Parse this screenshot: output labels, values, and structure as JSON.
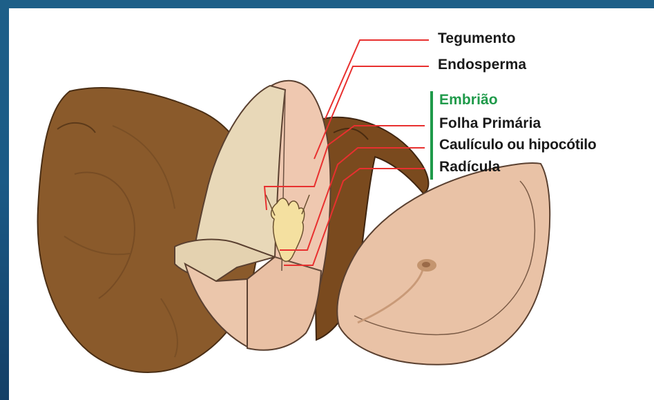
{
  "labels": {
    "tegumento": "Tegumento",
    "endosperma": "Endosperma",
    "embriao": "Embrião",
    "folha_primaria": "Folha Primária",
    "cauliculo": "Caulículo ou hipocótilo",
    "radicula": "Radícula"
  },
  "colors": {
    "leader_line": "#e8302f",
    "embriao_label": "#1f9a4a",
    "bracket": "#1f9a4a",
    "seed_coat": "#8a5a2b",
    "endosperm_light": "#e8d8b8",
    "endosperm_pink": "#efc8b0",
    "half_seed": "#e9c2a6"
  }
}
